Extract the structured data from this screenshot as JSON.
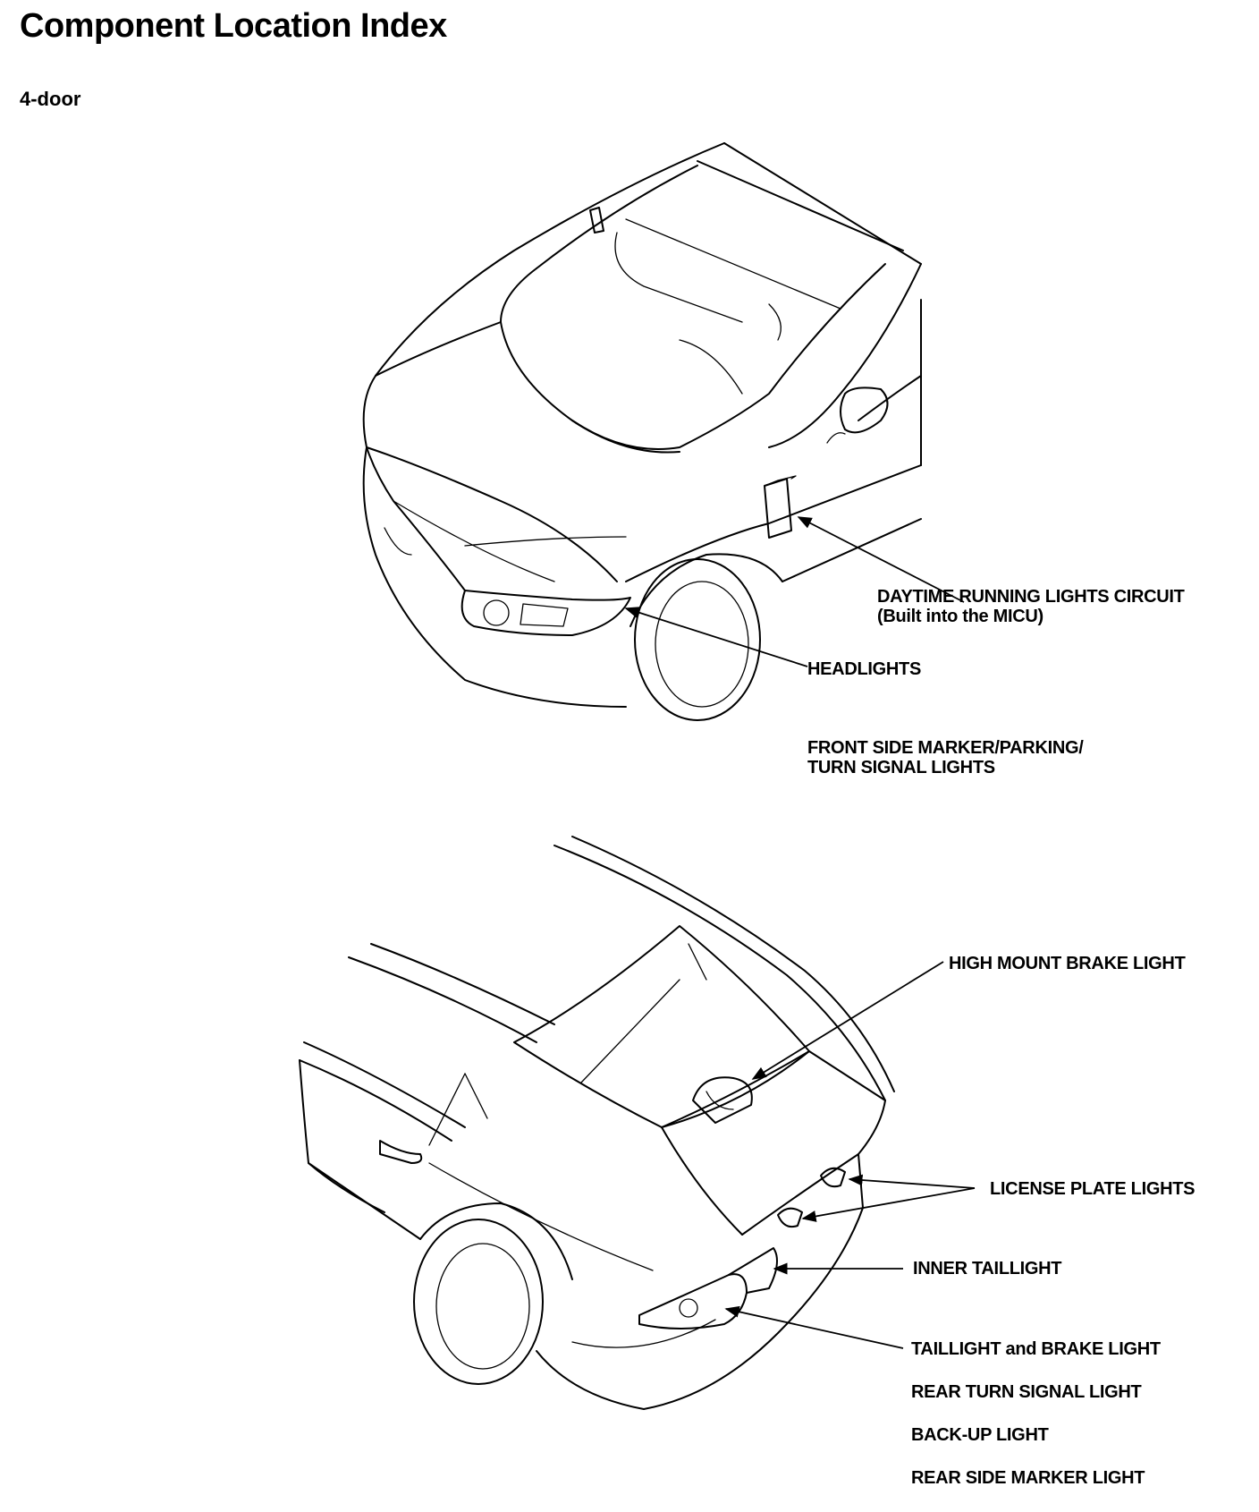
{
  "header": {
    "title": "Component Location Index",
    "variant": "4-door"
  },
  "front_view": {
    "callouts": {
      "drl_circuit_line1": "DAYTIME RUNNING LIGHTS CIRCUIT",
      "drl_circuit_line2": "(Built into the MICU)",
      "headlights": "HEADLIGHTS",
      "front_side_marker_line1": "FRONT SIDE MARKER/PARKING/",
      "front_side_marker_line2": "TURN SIGNAL LIGHTS"
    }
  },
  "rear_view": {
    "callouts": {
      "high_mount_brake": "HIGH MOUNT BRAKE LIGHT",
      "license_plate": "LICENSE PLATE LIGHTS",
      "inner_taillight": "INNER TAILLIGHT",
      "taillight_brake": "TAILLIGHT and BRAKE LIGHT",
      "rear_turn_signal": "REAR TURN SIGNAL LIGHT",
      "back_up": "BACK-UP LIGHT",
      "rear_side_marker": "REAR SIDE MARKER LIGHT"
    }
  }
}
